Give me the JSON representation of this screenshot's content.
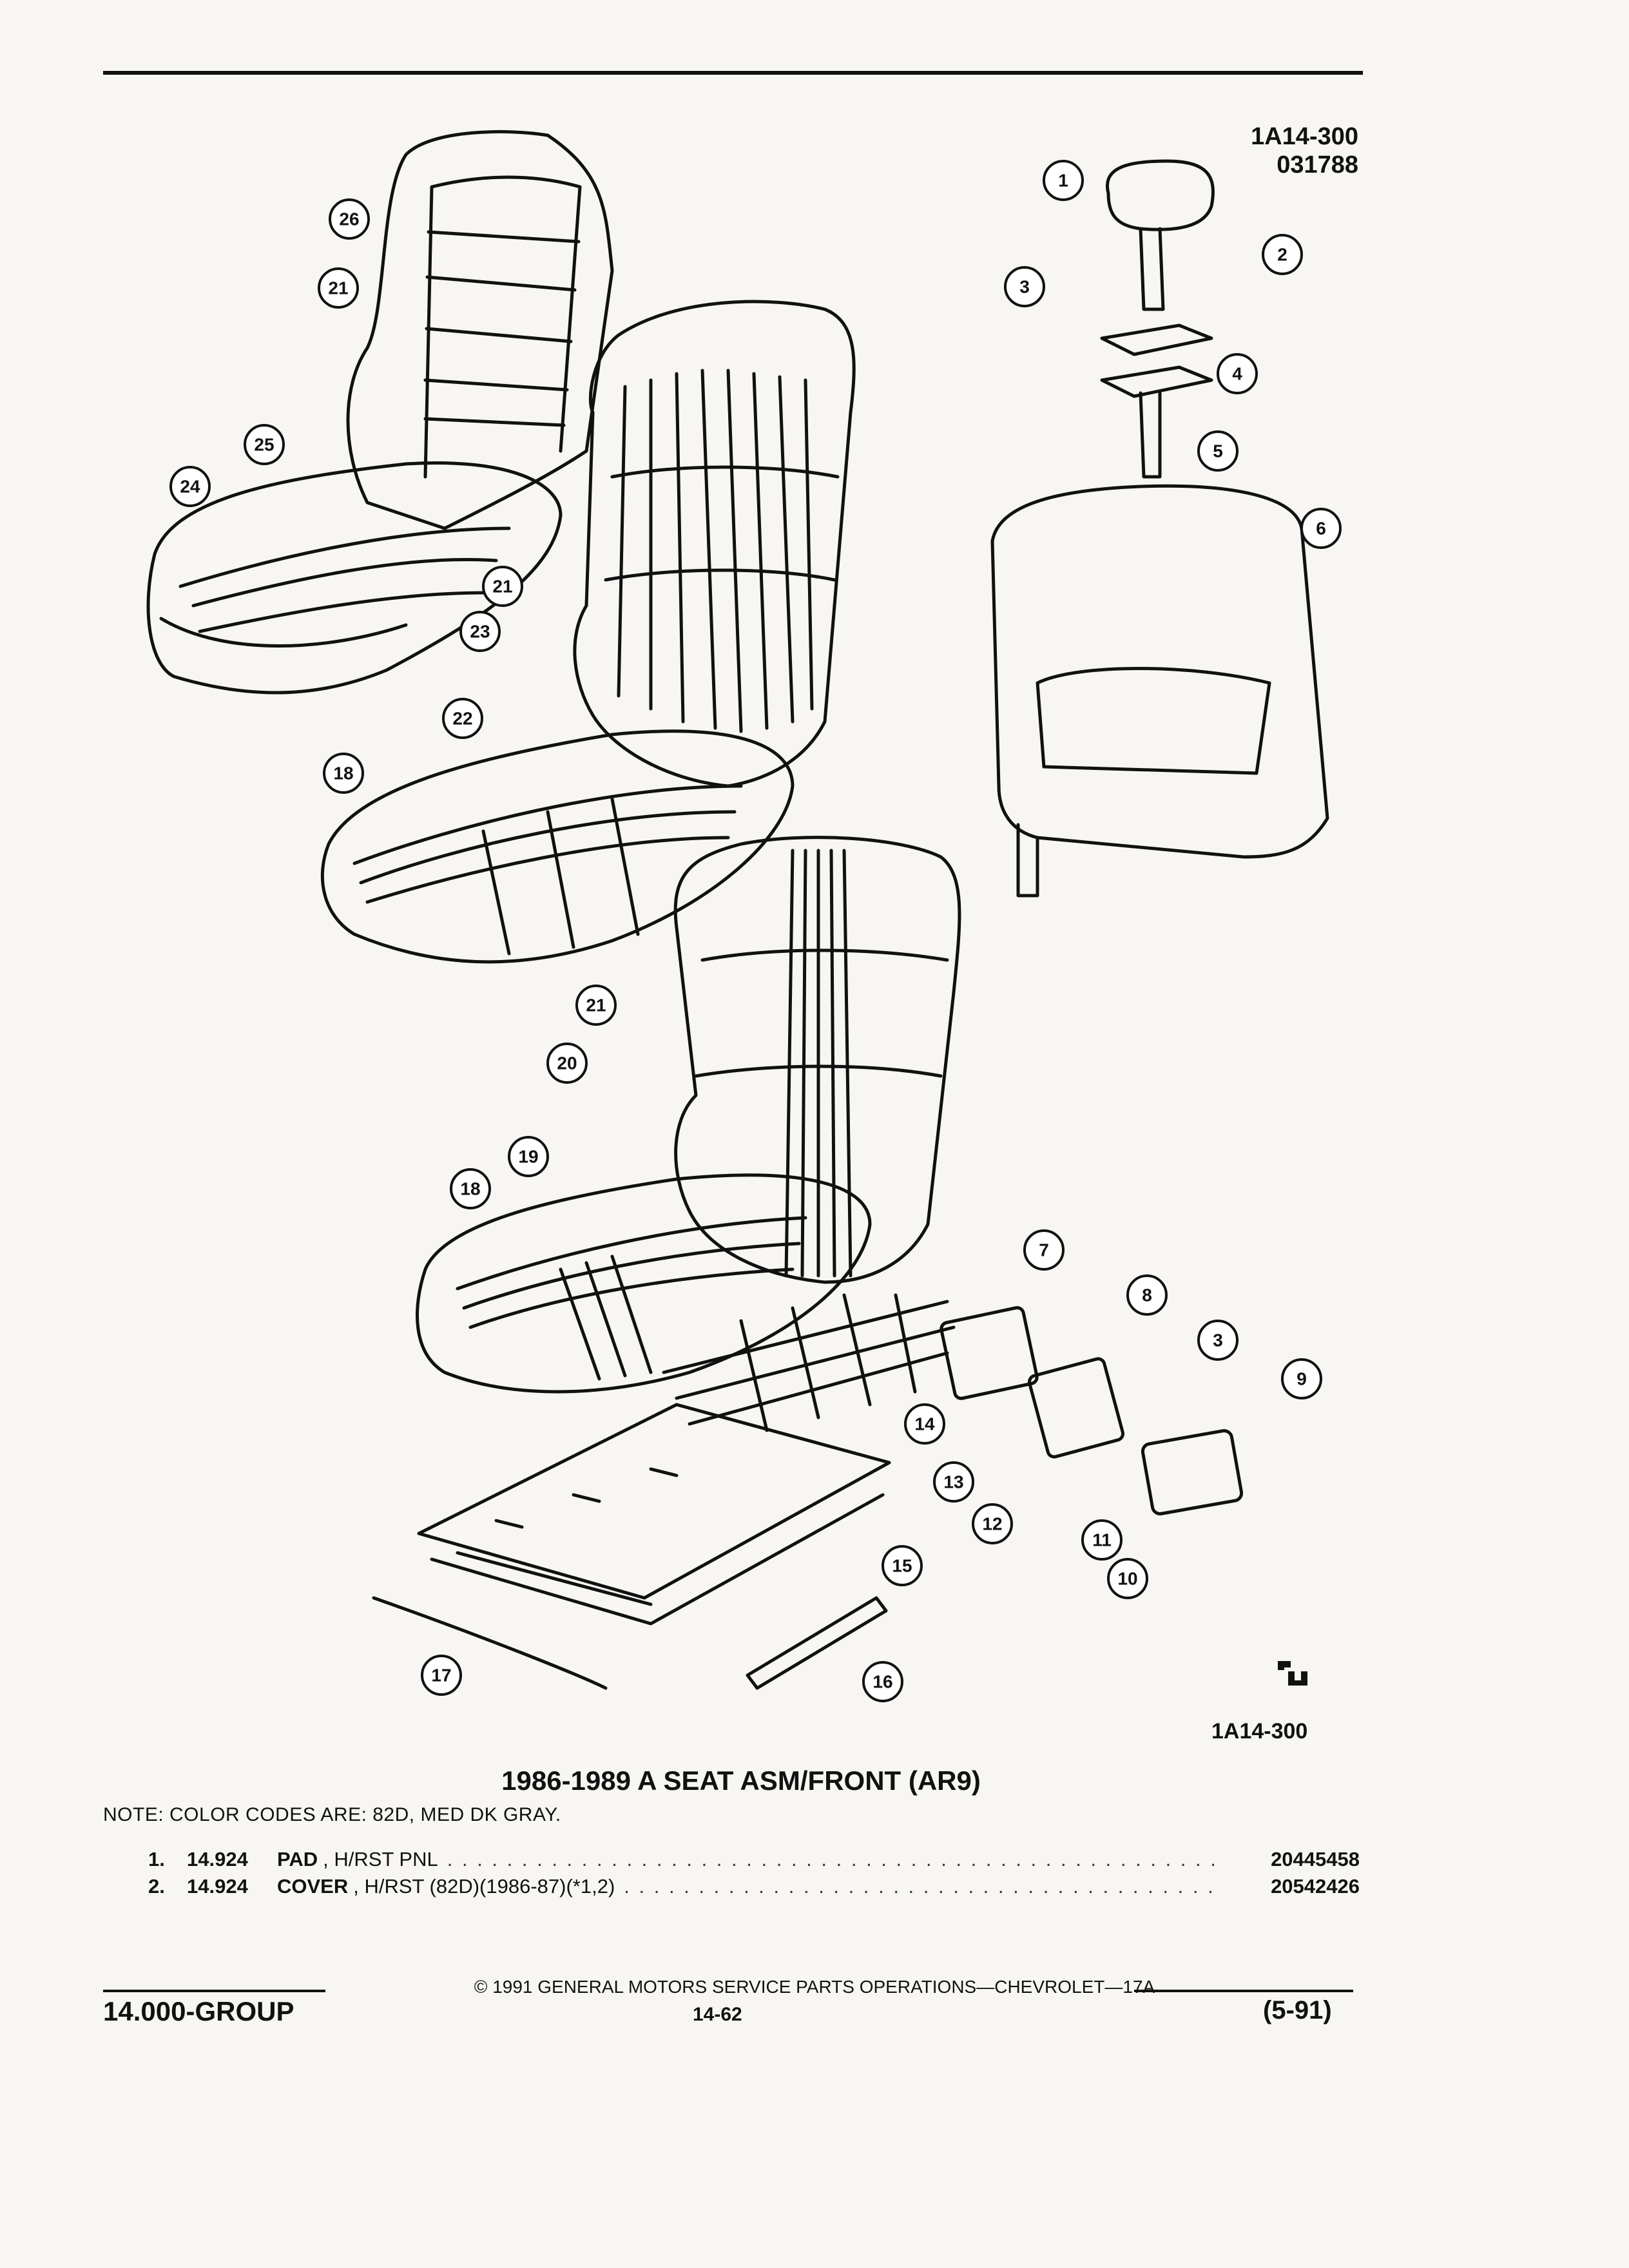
{
  "header": {
    "code_line1": "1A14-300",
    "code_line2": "031788"
  },
  "diagram": {
    "callouts": [
      "1",
      "2",
      "3",
      "4",
      "5",
      "6",
      "7",
      "8",
      "3",
      "9",
      "10",
      "11",
      "12",
      "13",
      "14",
      "15",
      "16",
      "17",
      "18",
      "19",
      "20",
      "21",
      "18",
      "22",
      "23",
      "21",
      "24",
      "25",
      "21",
      "26"
    ],
    "bottom_code": "1A14-300"
  },
  "title": "1986-1989 A SEAT ASM/FRONT (AR9)",
  "note": "NOTE:  COLOR CODES ARE: 82D, MED DK GRAY.",
  "parts": [
    {
      "num": "1.",
      "group": "14.924",
      "name": "PAD",
      "desc": ", H/RST PNL",
      "part_no": "20445458"
    },
    {
      "num": "2.",
      "group": "14.924",
      "name": "COVER",
      "desc": ", H/RST (82D)(1986-87)(*1,2)",
      "part_no": "20542426"
    }
  ],
  "footer": {
    "copyright": "© 1991  GENERAL MOTORS SERVICE PARTS OPERATIONS—CHEVROLET—17A",
    "group": "14.000-GROUP",
    "page": "14-62",
    "date": "(5-91)"
  },
  "icons": {
    "logo": "gm-spo-logo-icon"
  }
}
